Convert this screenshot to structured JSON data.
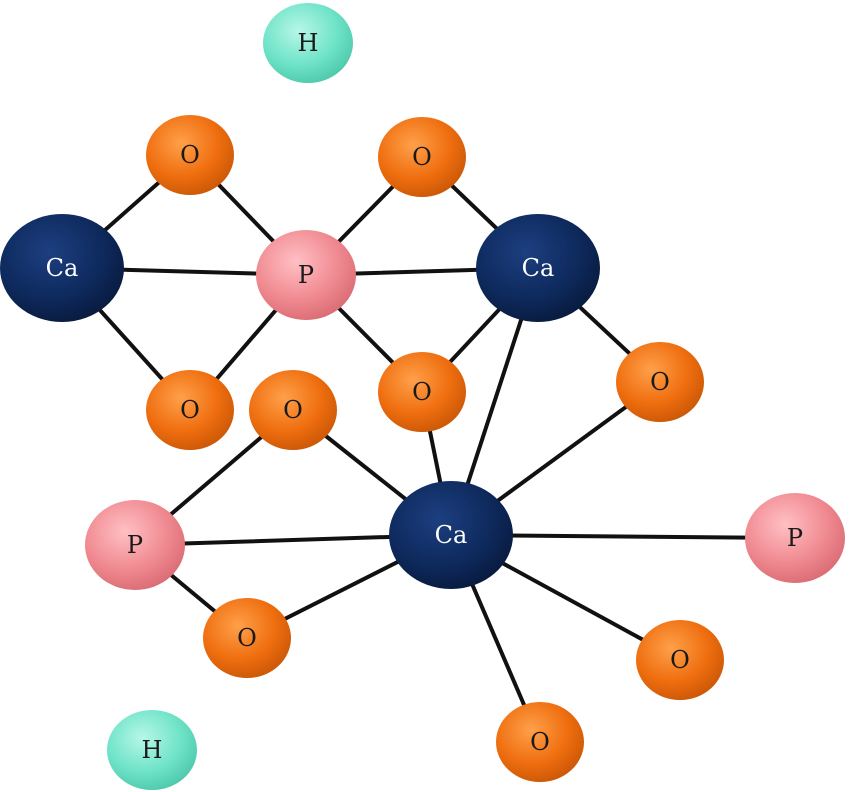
{
  "labels": {
    "calcium": "Ca",
    "phosphorus": "P",
    "oxygen": "O",
    "hydrogen": "H"
  },
  "colors": {
    "calcium": "#0e2a5e",
    "phosphorus": "#f08a91",
    "oxygen": "#ef6e0f",
    "hydrogen": "#6fe3c8",
    "bond": "#111111"
  },
  "atoms": [
    {
      "id": "h1",
      "kind": "hydrogen"
    },
    {
      "id": "o1",
      "kind": "oxygen"
    },
    {
      "id": "o2",
      "kind": "oxygen"
    },
    {
      "id": "ca1",
      "kind": "calcium"
    },
    {
      "id": "p1",
      "kind": "phosphorus"
    },
    {
      "id": "ca2",
      "kind": "calcium"
    },
    {
      "id": "o3",
      "kind": "oxygen"
    },
    {
      "id": "o4",
      "kind": "oxygen"
    },
    {
      "id": "o5",
      "kind": "oxygen"
    },
    {
      "id": "o6",
      "kind": "oxygen"
    },
    {
      "id": "p2",
      "kind": "phosphorus"
    },
    {
      "id": "ca3",
      "kind": "calcium"
    },
    {
      "id": "p3",
      "kind": "phosphorus"
    },
    {
      "id": "o7",
      "kind": "oxygen"
    },
    {
      "id": "o8",
      "kind": "oxygen"
    },
    {
      "id": "o9",
      "kind": "oxygen"
    },
    {
      "id": "h2",
      "kind": "hydrogen"
    }
  ],
  "bonds": [
    [
      "ca1",
      "o1"
    ],
    [
      "ca1",
      "p1"
    ],
    [
      "ca1",
      "o3"
    ],
    [
      "o1",
      "p1"
    ],
    [
      "p1",
      "o2"
    ],
    [
      "p1",
      "o3"
    ],
    [
      "p1",
      "ca2"
    ],
    [
      "p1",
      "o5"
    ],
    [
      "o2",
      "ca2"
    ],
    [
      "ca2",
      "o5"
    ],
    [
      "ca2",
      "o6"
    ],
    [
      "ca2",
      "ca3"
    ],
    [
      "o6",
      "ca3"
    ],
    [
      "o5",
      "ca3"
    ],
    [
      "o4",
      "ca3"
    ],
    [
      "o4",
      "p2"
    ],
    [
      "p2",
      "ca3"
    ],
    [
      "p2",
      "o7"
    ],
    [
      "o7",
      "ca3"
    ],
    [
      "ca3",
      "p3"
    ],
    [
      "ca3",
      "o8"
    ],
    [
      "ca3",
      "o9"
    ]
  ]
}
